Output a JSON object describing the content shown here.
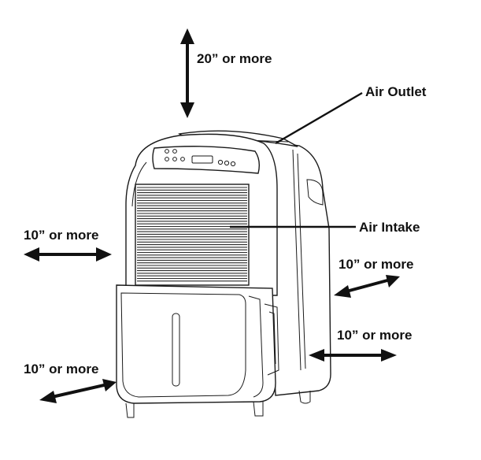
{
  "labels": {
    "top_clearance": "20” or more",
    "air_outlet": "Air Outlet",
    "air_intake": "Air Intake",
    "left_clearance": "10” or more",
    "right_clearance_upper": "10” or more",
    "right_clearance_lower": "10” or more",
    "front_clearance": "10” or more"
  },
  "colors": {
    "line": "#111111",
    "body": "#ffffff"
  }
}
